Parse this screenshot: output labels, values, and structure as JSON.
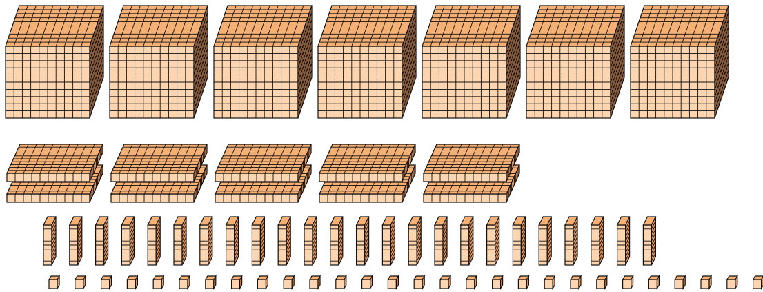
{
  "blocks": {
    "cubes": {
      "count": 7
    },
    "flats": {
      "count": 10
    },
    "rods": {
      "count": 24
    },
    "units": {
      "count": 28
    }
  },
  "colors": {
    "front": "#fdd5b0",
    "top": "#f6b074",
    "side": "#e4935a",
    "stroke": "#111111",
    "background": "#ffffff"
  }
}
